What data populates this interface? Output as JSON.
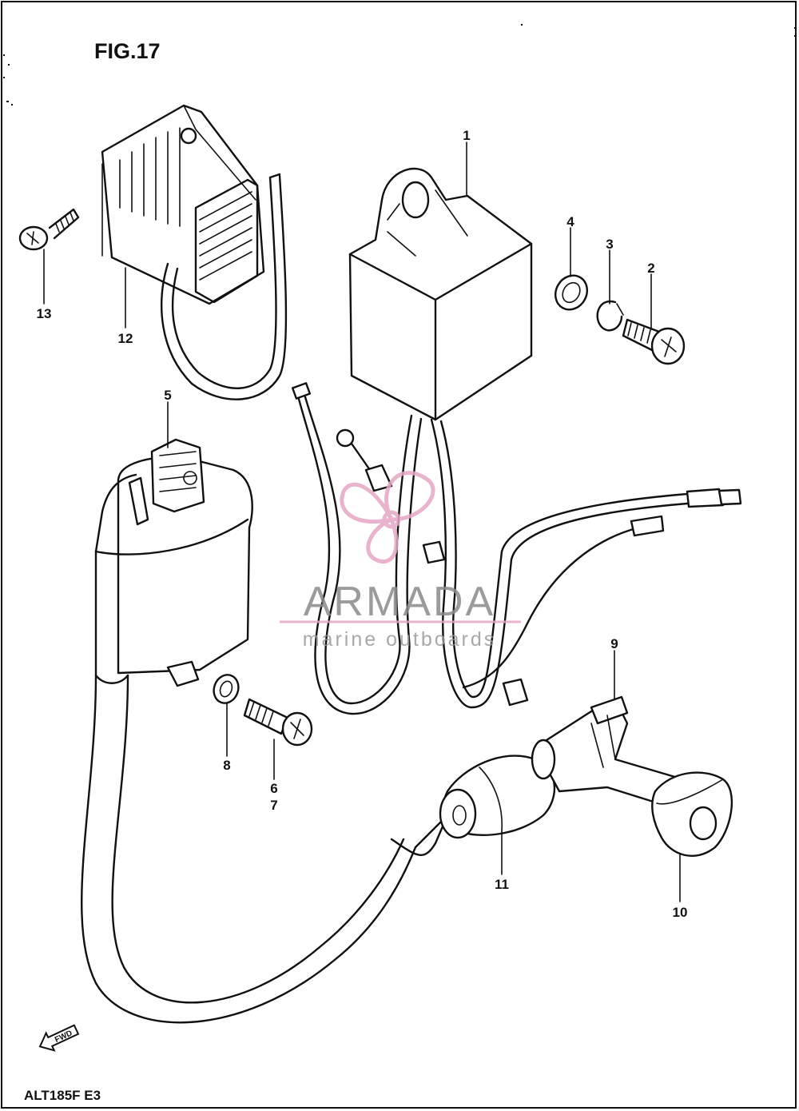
{
  "figure": {
    "title": "FIG.17",
    "drawing_code": "ALT185F E3",
    "direction_marker": "FWD"
  },
  "watermark": {
    "brand": "ARMADA",
    "tagline": "marine outboards",
    "accent_color": "#e6a6c6"
  },
  "callouts": [
    {
      "id": "1",
      "label": "1"
    },
    {
      "id": "2",
      "label": "2"
    },
    {
      "id": "3",
      "label": "3"
    },
    {
      "id": "4",
      "label": "4"
    },
    {
      "id": "5",
      "label": "5"
    },
    {
      "id": "6-7",
      "label": "6\n7"
    },
    {
      "id": "8",
      "label": "8"
    },
    {
      "id": "9",
      "label": "9"
    },
    {
      "id": "10",
      "label": "10"
    },
    {
      "id": "11",
      "label": "11"
    },
    {
      "id": "12",
      "label": "12"
    },
    {
      "id": "13",
      "label": "13"
    }
  ],
  "labels": {
    "c1": "1",
    "c2": "2",
    "c3": "3",
    "c4": "4",
    "c5": "5",
    "c6": "6",
    "c7": "7",
    "c8": "8",
    "c9": "9",
    "c10": "10",
    "c11": "11",
    "c12": "12",
    "c13": "13"
  }
}
